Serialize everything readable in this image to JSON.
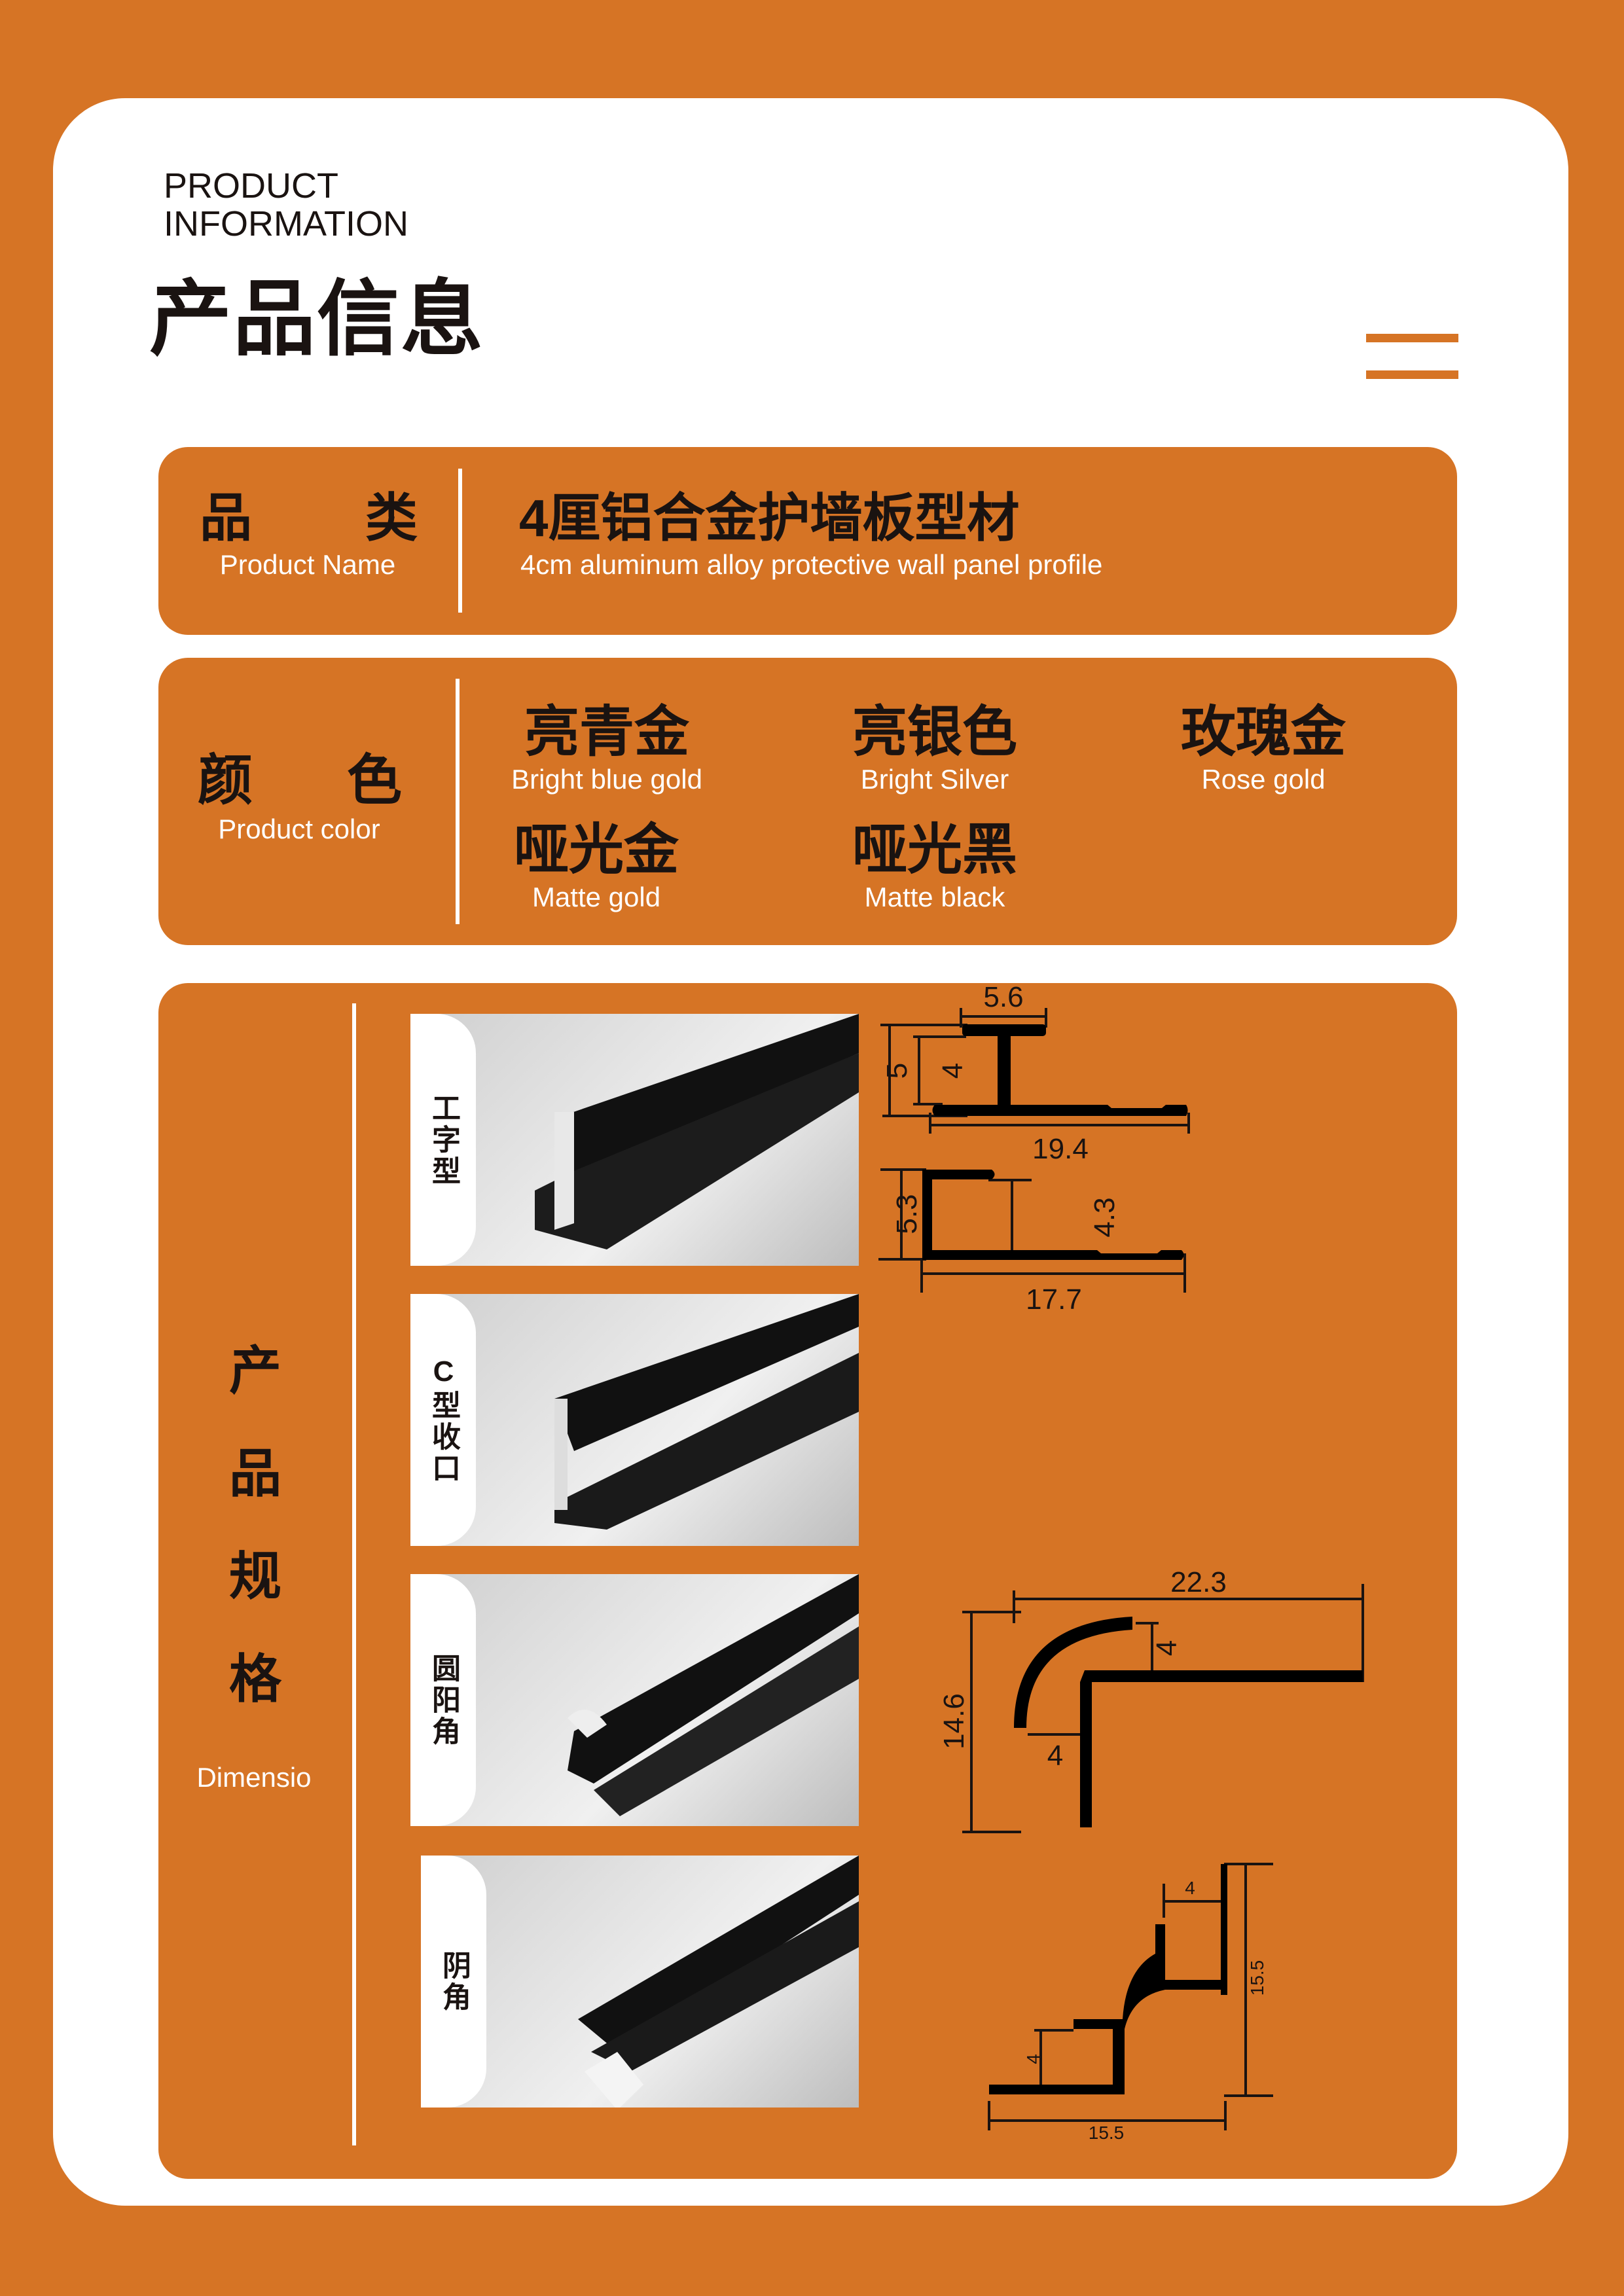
{
  "header": {
    "kicker_line1": "PRODUCT",
    "kicker_line2": "INFORMATION",
    "title": "产品信息"
  },
  "category": {
    "label_cn_1": "品",
    "label_cn_2": "类",
    "label_en": "Product Name",
    "value_cn": "4厘铝合金护墙板型材",
    "value_en": "4cm aluminum alloy protective wall panel profile"
  },
  "color": {
    "label_cn_1": "颜",
    "label_cn_2": "色",
    "label_en": "Product color",
    "options": [
      {
        "cn": "亮青金",
        "en": "Bright blue gold"
      },
      {
        "cn": "亮银色",
        "en": "Bright Silver"
      },
      {
        "cn": "玫瑰金",
        "en": "Rose gold"
      },
      {
        "cn": "哑光金",
        "en": "Matte gold"
      },
      {
        "cn": "哑光黑",
        "en": "Matte black"
      }
    ]
  },
  "spec": {
    "label_cn": [
      "产",
      "品",
      "规",
      "格"
    ],
    "label_en": "Dimensio",
    "rows": [
      {
        "type": "工字型",
        "dims": [
          "5.6",
          "5",
          "4",
          "19.4"
        ]
      },
      {
        "type": "C型收口",
        "dims": [
          "5.3",
          "4.3",
          "17.7"
        ]
      },
      {
        "type": "圆阳角",
        "dims": [
          "22.3",
          "4",
          "14.6",
          "4"
        ]
      },
      {
        "type": "阴角",
        "dims": [
          "4",
          "15.5",
          "4",
          "15.5"
        ]
      }
    ]
  },
  "colors": {
    "accent": "#D67425",
    "text": "#1a1311",
    "card": "#ffffff"
  }
}
